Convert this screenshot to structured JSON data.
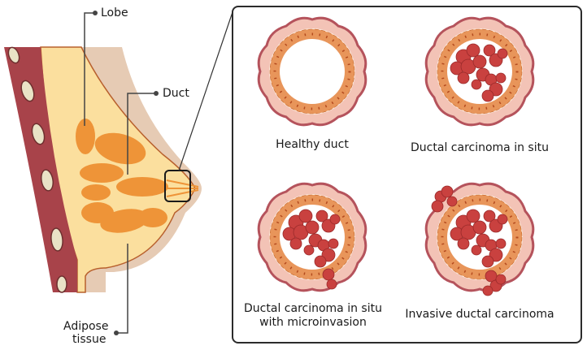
{
  "anatomy": {
    "labels": {
      "lobe": "Lobe",
      "duct": "Duct",
      "adipose_line1": "Adipose",
      "adipose_line2": "tissue"
    }
  },
  "panel": {
    "stages": [
      {
        "caption": "Healthy duct"
      },
      {
        "caption": "Ductal carcinoma in situ"
      },
      {
        "caption_line1": "Ductal carcinoma in situ",
        "caption_line2": "with microinvasion"
      },
      {
        "caption": "Invasive ductal carcinoma"
      }
    ]
  },
  "colors": {
    "muscle": "#a8434a",
    "fat": "#fbdf9e",
    "lobe": "#ee9438",
    "skin": "#e6cbb4",
    "duct_outer": "#b5535c",
    "duct_cells": "#e8955a",
    "tumor": "#c9413f",
    "panel_border": "#2b2b2b"
  }
}
